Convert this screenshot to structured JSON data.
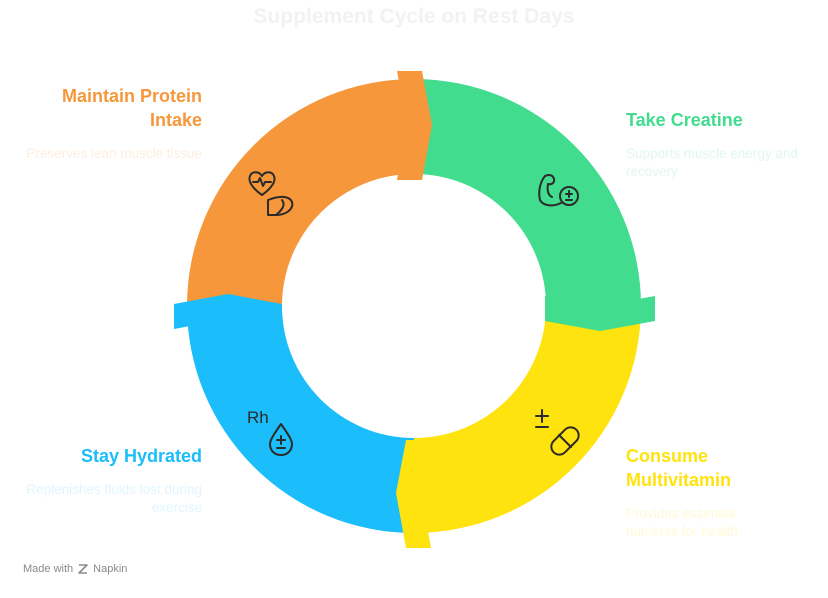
{
  "title": "Supplement Cycle on Rest Days",
  "colors": {
    "orange": "#f5973a",
    "green": "#42dc8e",
    "yellow": "#ffe30f",
    "blue": "#1bbdfa",
    "icon_stroke": "#2b2b2b"
  },
  "steps": [
    {
      "title": "Take Creatine",
      "description": "Supports muscle energy and recovery",
      "icon": "flexed-bicep-plus-minus-icon",
      "title_color": "#42dc8e",
      "desc_color": "#e0f8ec"
    },
    {
      "title": "Consume Multivitamin",
      "description": "Provides essential nutrients for health",
      "icon": "plus-minus-pill-icon",
      "title_color": "#ffe30f",
      "desc_color": "#fff9d6"
    },
    {
      "title": "Stay Hydrated",
      "description": "Replenishes fluids lost during exercise",
      "icon": "rh-drop-icon",
      "title_color": "#1bbdfa",
      "desc_color": "#e2f5fe"
    },
    {
      "title": "Maintain Protein Intake",
      "description": "Preserves lean muscle tissue",
      "icon": "heartbeat-arm-icon",
      "title_color": "#f5973a",
      "desc_color": "#fdeee0"
    }
  ],
  "footer": {
    "made_with": "Made with",
    "brand": "Napkin"
  }
}
